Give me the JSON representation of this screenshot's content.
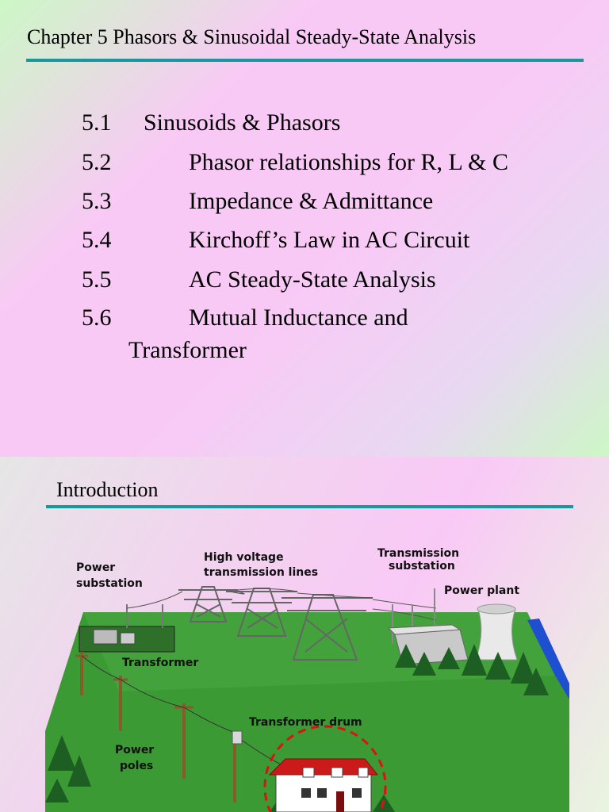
{
  "slide1": {
    "title": "Chapter 5 Phasors & Sinusoidal Steady-State Analysis",
    "toc": [
      {
        "num": "5.1",
        "text": "Sinusoids & Phasors"
      },
      {
        "num": "5.2",
        "text": "Phasor relationships for R, L & C"
      },
      {
        "num": "5.3",
        "text": "Impedance & Admittance"
      },
      {
        "num": "5.4",
        "text": "Kirchoff’s Law in AC Circuit"
      },
      {
        "num": "5.5",
        "text": "AC Steady-State Analysis"
      },
      {
        "num": "5.6",
        "text": "Mutual Inductance and"
      }
    ],
    "toc_continuation": "Transformer"
  },
  "slide2": {
    "title": "Introduction",
    "illustration": {
      "labels": {
        "power_substation_1": "Power",
        "power_substation_2": "substation",
        "hv_lines_1": "High voltage",
        "hv_lines_2": "transmission lines",
        "trans_substation_1": "Transmission",
        "trans_substation_2": "substation",
        "power_plant": "Power plant",
        "transformer": "Transformer",
        "transformer_drum": "Transformer drum",
        "power_poles_1": "Power",
        "power_poles_2": "poles"
      }
    }
  },
  "colors": {
    "rule": "#19979f",
    "ground": "#2f8a2c",
    "roof": "#cc1a1a"
  }
}
